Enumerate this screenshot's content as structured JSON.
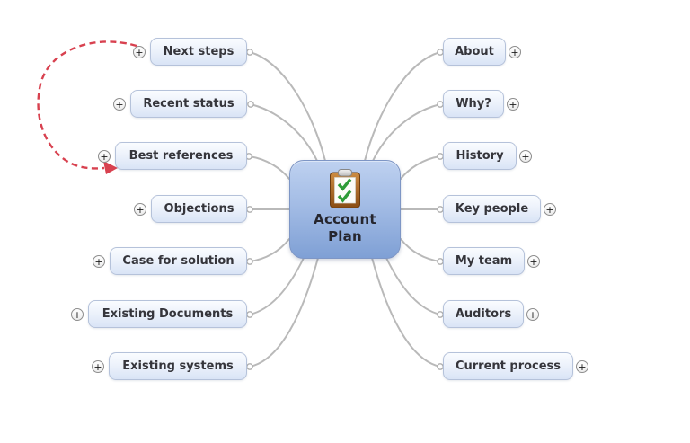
{
  "app": {
    "type": "mind-map"
  },
  "center_topic": {
    "label": "Account Plan",
    "line1": "Account",
    "line2": "Plan",
    "icon": "clipboard-checklist-icon"
  },
  "left_topics": [
    {
      "label": "Next steps"
    },
    {
      "label": "Recent status"
    },
    {
      "label": "Best references"
    },
    {
      "label": "Objections"
    },
    {
      "label": "Case for solution"
    },
    {
      "label": "Existing Documents"
    },
    {
      "label": "Existing systems"
    }
  ],
  "right_topics": [
    {
      "label": "About"
    },
    {
      "label": "Why?"
    },
    {
      "label": "History"
    },
    {
      "label": "Key people"
    },
    {
      "label": "My team"
    },
    {
      "label": "Auditors"
    },
    {
      "label": "Current process"
    }
  ],
  "relationship": {
    "from": "Next steps",
    "to": "Best references",
    "style": "dashed",
    "arrow_at": "to",
    "color": "#d8414f"
  },
  "expand_button_glyph": "+",
  "colors": {
    "background": "#ffffff",
    "topic_border": "#b5c2da",
    "topic_fill_top": "#fafcff",
    "topic_fill_bottom": "#d9e4f6",
    "center_border": "#7e96c5",
    "center_fill_top": "#bed1f0",
    "center_fill_bottom": "#7fa0d5",
    "connector_line": "#b9b9b9",
    "relationship_line": "#d8414f",
    "check_green": "#2e9b36",
    "clipboard_brown": "#8a4d14"
  }
}
